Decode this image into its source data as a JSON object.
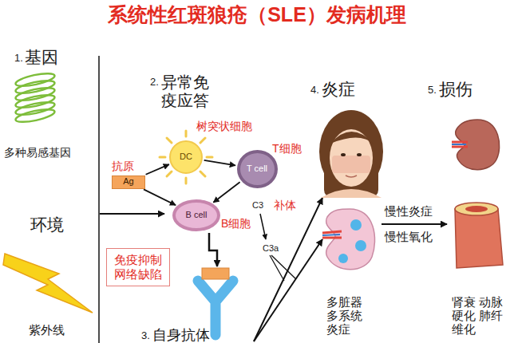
{
  "diagram": {
    "title": "系统性红斑狼疮（SLE）发病机理",
    "nodes": [
      {
        "text": [
          "DC"
        ]
      },
      {
        "text": [
          "Ag"
        ]
      },
      {
        "text": [
          "T cell"
        ]
      },
      {
        "text": [
          "B cell"
        ]
      },
      {
        "text": [
          "免疫抑制 网络缺陷"
        ]
      }
    ],
    "edges": [
      {
        "from": 1,
        "to": 0,
        "arrow": "to"
      },
      {
        "from": 1,
        "to": 3,
        "arrow": "to"
      },
      {
        "from": 0,
        "to": 2,
        "arrow": "to"
      },
      {
        "from": 2,
        "to": 3,
        "arrow": "to"
      }
    ],
    "labels": [
      "1.",
      "基因",
      "多种易感基因",
      "环境",
      "紫外线",
      "2.",
      "异常免疫应答",
      "树突状细胞",
      "抗原",
      "T细胞",
      "B细胞",
      "C3",
      "补体",
      "C3a",
      "3.",
      "自身抗体",
      "4.",
      "炎症",
      "多脏器 多系统 炎症",
      "慢性炎症",
      "慢性氧化",
      "5.",
      "损伤",
      "肾衰 动脉硬化 肺纤维化"
    ]
  }
}
